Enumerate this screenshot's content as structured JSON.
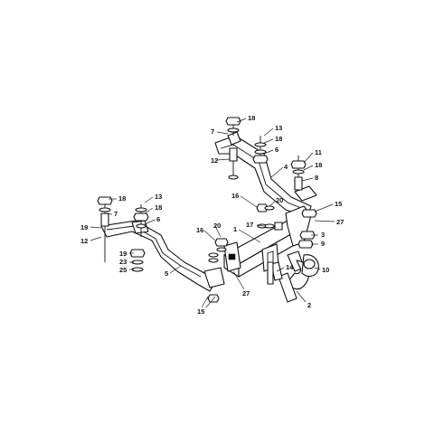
{
  "callouts": [
    {
      "id": "c18a",
      "text": "18"
    },
    {
      "id": "c13a",
      "text": "13"
    },
    {
      "id": "c7a",
      "text": "7"
    },
    {
      "id": "c18b",
      "text": "18"
    },
    {
      "id": "c6a",
      "text": "6"
    },
    {
      "id": "c12a",
      "text": "12"
    },
    {
      "id": "c4",
      "text": "4"
    },
    {
      "id": "c11",
      "text": "11"
    },
    {
      "id": "c18c",
      "text": "18"
    },
    {
      "id": "c8",
      "text": "8"
    },
    {
      "id": "c16a",
      "text": "16"
    },
    {
      "id": "c20a",
      "text": "20"
    },
    {
      "id": "c15a",
      "text": "15"
    },
    {
      "id": "c27a",
      "text": "27"
    },
    {
      "id": "c18d",
      "text": "18"
    },
    {
      "id": "c13b",
      "text": "13"
    },
    {
      "id": "c7b",
      "text": "7"
    },
    {
      "id": "c18e",
      "text": "18"
    },
    {
      "id": "c6b",
      "text": "6"
    },
    {
      "id": "c19a",
      "text": "19"
    },
    {
      "id": "c12b",
      "text": "12"
    },
    {
      "id": "c20b",
      "text": "20"
    },
    {
      "id": "c16b",
      "text": "16"
    },
    {
      "id": "c1",
      "text": "1"
    },
    {
      "id": "c17",
      "text": "17"
    },
    {
      "id": "c3",
      "text": "3"
    },
    {
      "id": "c9",
      "text": "9"
    },
    {
      "id": "c19b",
      "text": "19"
    },
    {
      "id": "c23",
      "text": "23"
    },
    {
      "id": "c25",
      "text": "25"
    },
    {
      "id": "c5",
      "text": "5"
    },
    {
      "id": "c14",
      "text": "14"
    },
    {
      "id": "c10",
      "text": "10"
    },
    {
      "id": "c27b",
      "text": "27"
    },
    {
      "id": "c15b",
      "text": "15"
    },
    {
      "id": "c2",
      "text": "2"
    }
  ]
}
